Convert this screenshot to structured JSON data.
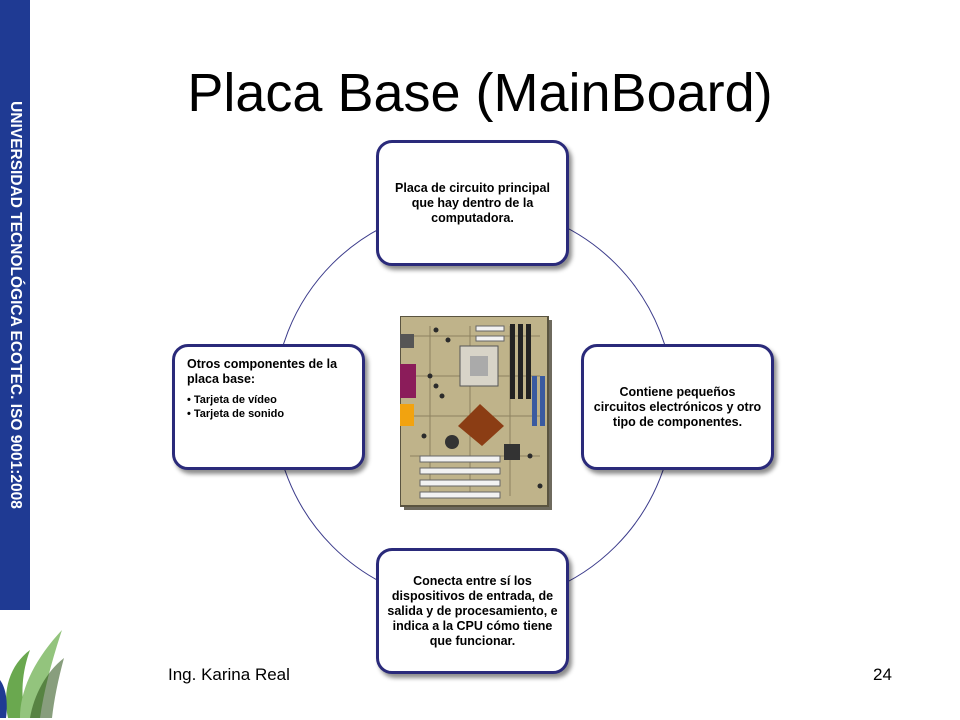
{
  "sidebar": {
    "text": "UNIVERSIDAD TECNOLÓGICA ECOTEC. ISO 9001:2008"
  },
  "title": "Placa Base (MainBoard)",
  "nodes": {
    "top": "Placa de circuito principal que hay dentro de la computadora.",
    "right": "Contiene pequeños circuitos electrónicos y otro tipo de componentes.",
    "bottom": "Conecta entre sí los dispositivos de entrada, de salida y de procesamiento, e indica a la CPU cómo tiene que funcionar.",
    "left": {
      "heading": "Otros componentes de la placa base:",
      "items": [
        "Tarjeta de vídeo",
        "Tarjeta de sonido"
      ]
    }
  },
  "footer": {
    "author": "Ing. Karina Real",
    "page": "24"
  },
  "colors": {
    "sidebar": "#1f3a93",
    "box_border": "#2a2a7a",
    "ring": "#3a3a8a"
  }
}
